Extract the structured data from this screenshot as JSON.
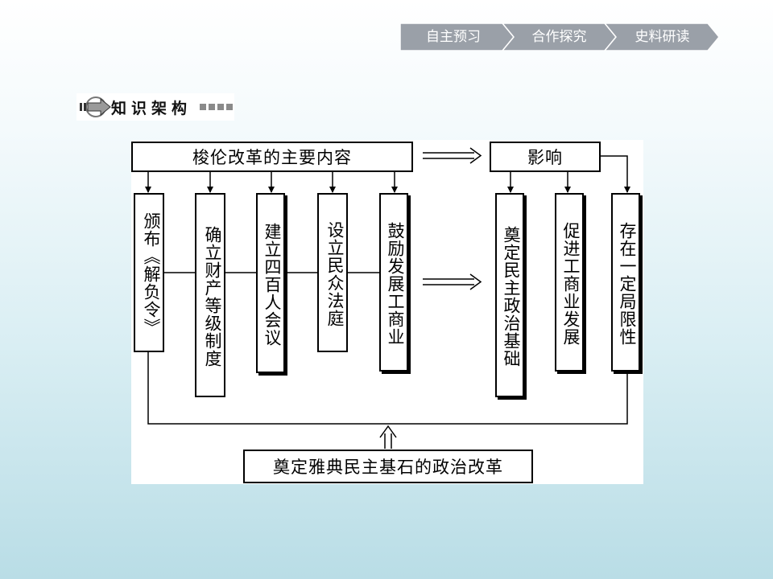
{
  "nav": {
    "tabs": [
      {
        "label": "自主预习"
      },
      {
        "label": "合作探究"
      },
      {
        "label": "史料研读"
      }
    ],
    "color": "#9aa0a8"
  },
  "banner": {
    "title": "知识架构"
  },
  "diagram": {
    "content_header": "梭伦改革的主要内容",
    "impact_header": "影响",
    "content_items": [
      {
        "label": "颁布《解负令》"
      },
      {
        "label": "确立财产等级制度"
      },
      {
        "label": "建立四百人会议"
      },
      {
        "label": "设立民众法庭"
      },
      {
        "label": "鼓励发展工商业"
      }
    ],
    "impact_items": [
      {
        "label": "奠定民主政治基础"
      },
      {
        "label": "促进工商业发展"
      },
      {
        "label": "存在一定局限性"
      }
    ],
    "conclusion": "奠定雅典民主基石的政治改革"
  }
}
